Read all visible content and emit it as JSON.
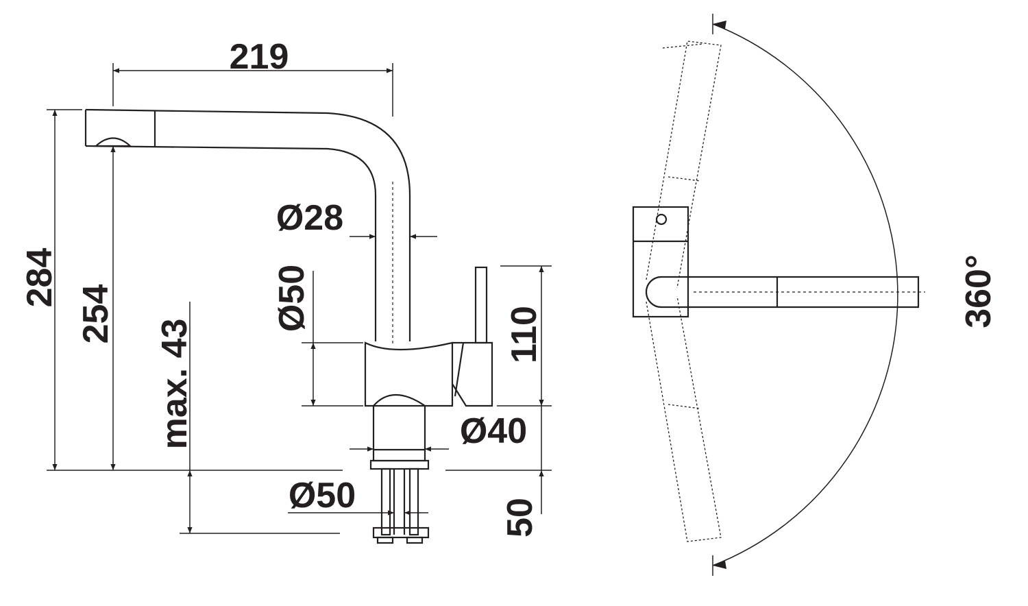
{
  "drawing": {
    "dimensions": {
      "spout_reach": "219",
      "overall_height": "284",
      "outlet_height": "254",
      "max_deck_thickness": "max. 43",
      "spout_diameter": "Ø28",
      "body_diameter": "Ø50",
      "lever_height": "110",
      "base_diameter": "Ø40",
      "shank_diameter": "Ø50",
      "shank_length": "50",
      "swivel_angle": "360°"
    },
    "colors": {
      "line": "#231f20",
      "background": "#ffffff"
    }
  }
}
